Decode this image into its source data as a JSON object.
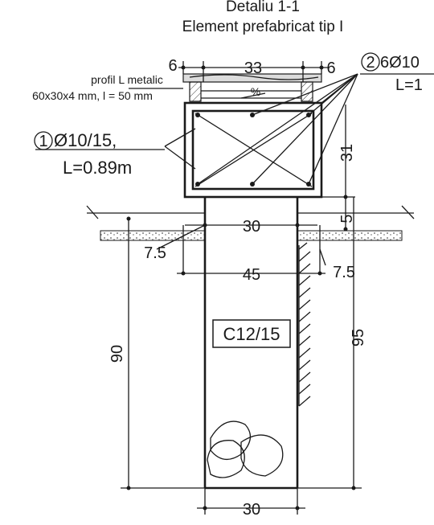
{
  "title": {
    "line1": "Detaliu 1-1",
    "line2": "Element prefabricat tip I"
  },
  "labels": {
    "profile_line1": "profil L metalic",
    "profile_line2": "60x30x4 mm, l = 50 mm",
    "slope_mark": "%",
    "rebar1_number": "1",
    "rebar1_spec": "Ø10/15,",
    "rebar1_length": "L=0.89m",
    "rebar2_number": "2",
    "rebar2_spec": "6Ø10",
    "rebar2_length": "L=1",
    "concrete_class": "C12/15"
  },
  "dimensions": {
    "top_left_edge": "6",
    "top_width": "33",
    "top_right_edge": "6",
    "beam_height": "31",
    "ground_step": "5",
    "column_width_top": "30",
    "offset_left": "7.5",
    "footing_width": "45",
    "offset_right": "7.5",
    "depth_left": "90",
    "depth_right": "95",
    "column_width_bottom": "30"
  }
}
